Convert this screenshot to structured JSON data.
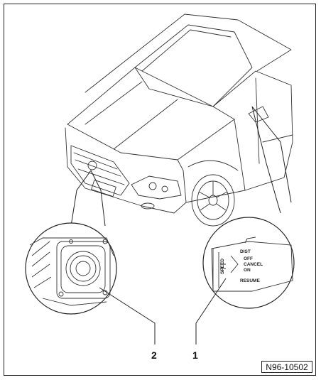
{
  "callouts": [
    {
      "number": "2",
      "meaning": "adaptive cruise control sensor (front grille)"
    },
    {
      "number": "1",
      "meaning": "cruise control switch on steering column stalk"
    }
  ],
  "switch_labels": {
    "speed": "SPEED",
    "off": "OFF",
    "cancel": "CANCEL",
    "on": "ON",
    "resume": "RESUME",
    "dist": "DIST"
  },
  "reference_code": "N96-10502",
  "colors": {
    "line": "#222222",
    "background": "#ffffff"
  }
}
